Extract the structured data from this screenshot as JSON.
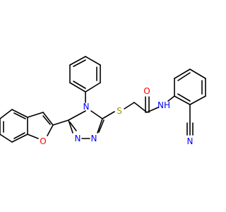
{
  "atoms": {
    "O_amide": {
      "label": "O",
      "color": "#ff0000"
    },
    "NH_amide": {
      "label": "NH",
      "color": "#0000ff"
    },
    "N_nitrile": {
      "label": "N",
      "color": "#0000ff"
    },
    "S_thioether": {
      "label": "S",
      "color": "#999900"
    },
    "N_triazole_4": {
      "label": "N",
      "color": "#0000ff"
    },
    "N_triazole_2": {
      "label": "N",
      "color": "#0000ff"
    },
    "N_triazole_1": {
      "label": "N",
      "color": "#0000ff"
    },
    "O_furan": {
      "label": "O",
      "color": "#ff0000"
    }
  }
}
